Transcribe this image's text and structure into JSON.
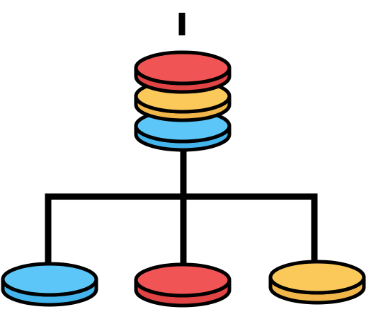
{
  "diagram": {
    "icon": "stacked-disks-splitting-into-three-icon",
    "colors": {
      "outline": "#000000",
      "red_top": "#f05454",
      "red_side": "#e04444",
      "yellow_top": "#fbc95a",
      "yellow_side": "#f1b64a",
      "blue_top": "#5bc6f7",
      "blue_side": "#44b4ec"
    },
    "stack": [
      {
        "name": "stack-disk-blue",
        "color": "blue"
      },
      {
        "name": "stack-disk-yellow",
        "color": "yellow"
      },
      {
        "name": "stack-disk-red",
        "color": "red"
      }
    ],
    "outputs": [
      {
        "name": "output-disk-blue",
        "color": "blue"
      },
      {
        "name": "output-disk-red",
        "color": "red"
      },
      {
        "name": "output-disk-yellow",
        "color": "yellow"
      }
    ]
  }
}
